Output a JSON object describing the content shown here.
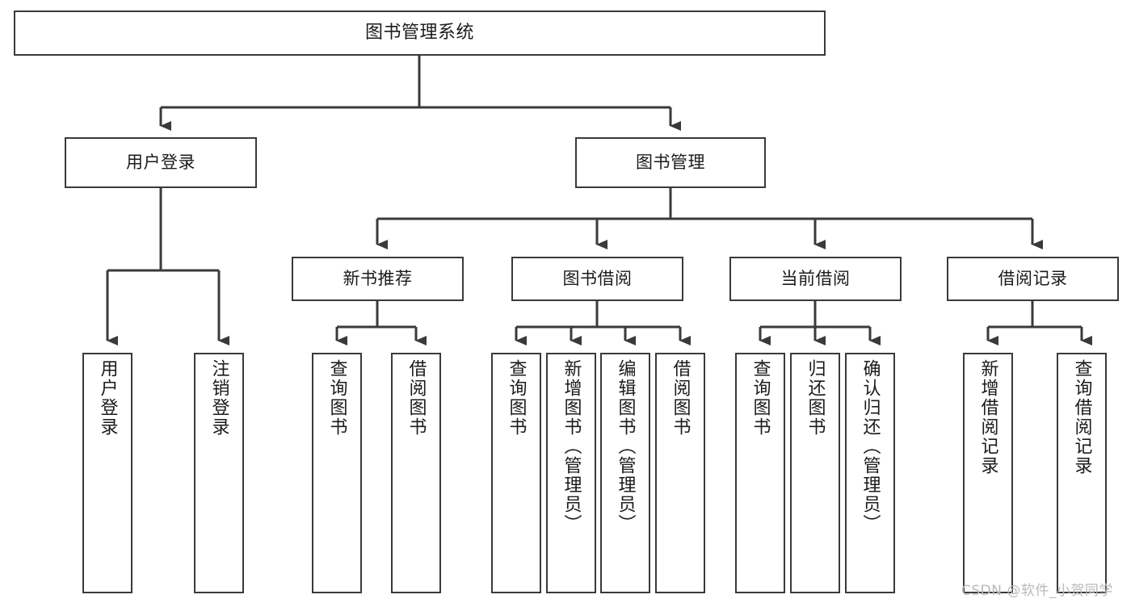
{
  "diagram": {
    "title": "图书管理系统",
    "type": "tree-hierarchy",
    "background": "#ffffff",
    "line_color": "#3a3a3a",
    "text_color": "#1b1b1b"
  },
  "root": {
    "label": "图书管理系统"
  },
  "level2": [
    {
      "label": "用户登录"
    },
    {
      "label": "图书管理"
    }
  ],
  "level3": [
    {
      "label": "新书推荐"
    },
    {
      "label": "图书借阅"
    },
    {
      "label": "当前借阅"
    },
    {
      "label": "借阅记录"
    }
  ],
  "leaves": {
    "user_login": [
      {
        "label": "用户登录"
      },
      {
        "label": "注销登录"
      }
    ],
    "new_book": [
      {
        "label": "查询图书"
      },
      {
        "label": "借阅图书"
      }
    ],
    "book_borrow": [
      {
        "label": "查询图书"
      },
      {
        "label": "新增图书（管理员）"
      },
      {
        "label": "编辑图书（管理员）"
      },
      {
        "label": "借阅图书"
      }
    ],
    "current_borrow": [
      {
        "label": "查询图书"
      },
      {
        "label": "归还图书"
      },
      {
        "label": "确认归还（管理员）"
      }
    ],
    "borrow_record": [
      {
        "label": "新增借阅记录"
      },
      {
        "label": "查询借阅记录"
      }
    ]
  },
  "watermark": {
    "text": "CSDN @软件_小贺同学"
  }
}
